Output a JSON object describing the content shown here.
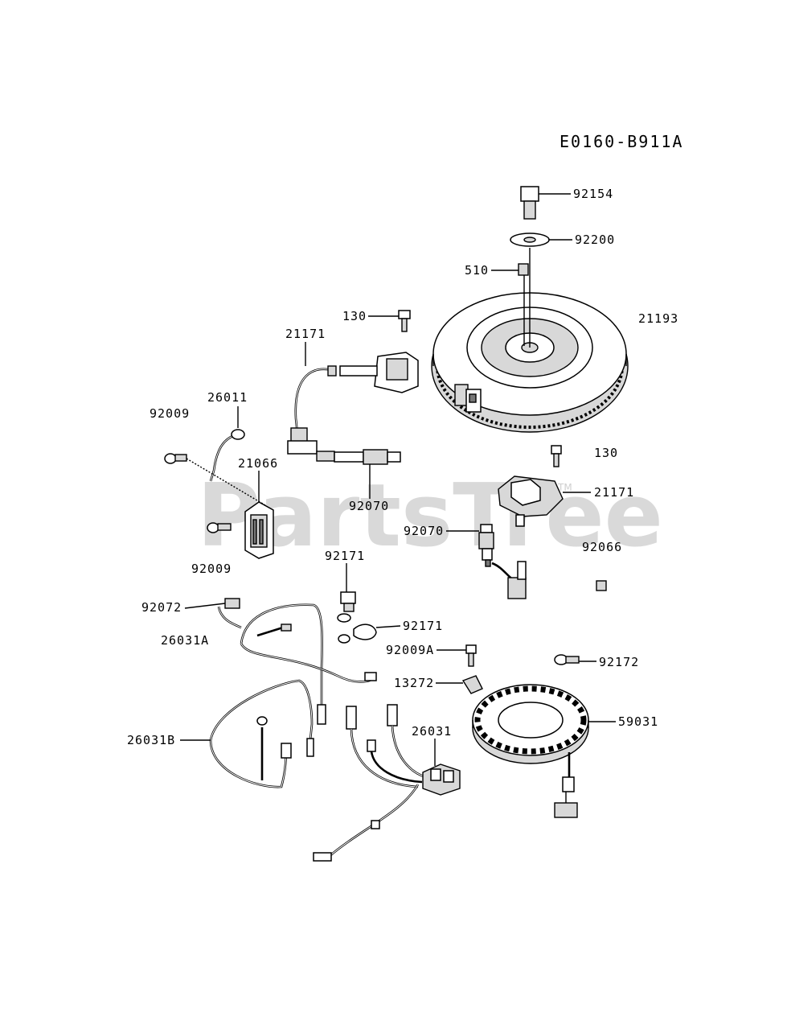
{
  "diagram_code": "E0160-B911A",
  "watermark": "PartsTree",
  "watermark_tm": "TM",
  "parts": {
    "bolt_top": "92154",
    "washer_top": "92200",
    "key": "510",
    "bolt_coil": "130",
    "flywheel": "21193",
    "ignition_lead": "21171",
    "sensor_bolt": "130",
    "sensor_21171": "21171",
    "screw_left": "92009",
    "ground_lead": "26011",
    "regulator": "21066",
    "screw_lower": "92009",
    "spark_plug": "92070",
    "oil_switch": "92070",
    "nut": "92066",
    "connector_92171": "92171",
    "clamp_92171": "92171",
    "clip": "92072",
    "harness_a": "26031A",
    "bolt_92009a": "92009A",
    "bracket": "13272",
    "stator_bolt": "92172",
    "harness_b": "26031B",
    "harness": "26031",
    "stator": "59031"
  }
}
